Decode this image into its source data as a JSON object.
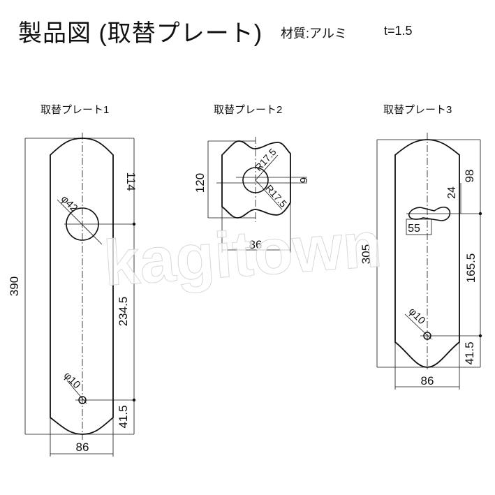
{
  "header": {
    "title": "製品図 (取替プレート)",
    "material": "材質:アルミ",
    "thickness": "t=1.5"
  },
  "watermark": "kagitown",
  "plates": [
    {
      "label": "取替プレート1",
      "dims": {
        "height": "390",
        "top_to_hole": "114",
        "hole_diameter": "φ42",
        "hole_spacing": "234.5",
        "small_hole": "φ10",
        "bottom_offset": "41.5",
        "width": "86"
      }
    },
    {
      "label": "取替プレート2",
      "dims": {
        "height": "120",
        "radius_top": "R17.5",
        "radius_bottom": "R17.5",
        "slot": "6",
        "width": "86"
      }
    },
    {
      "label": "取替プレート3",
      "dims": {
        "height": "305",
        "top_to_slot": "98",
        "slot_height": "24",
        "slot_width": "55",
        "slot_to_hole": "165.5",
        "small_hole": "φ10",
        "bottom_offset": "41.5",
        "width": "86"
      }
    }
  ],
  "colors": {
    "line": "#111111",
    "watermark": "#ffffff"
  }
}
